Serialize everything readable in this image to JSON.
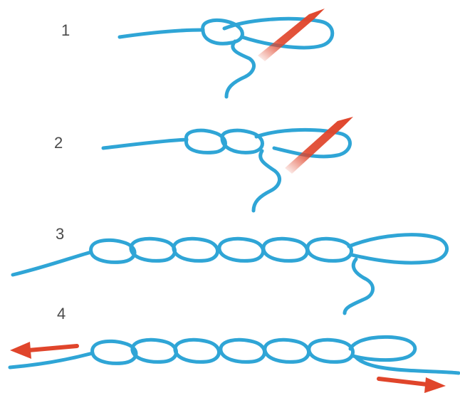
{
  "steps": [
    {
      "label": "1"
    },
    {
      "label": "2"
    },
    {
      "label": "3"
    },
    {
      "label": "4"
    }
  ],
  "colors": {
    "rope": "#2fa5d6",
    "rope_dark": "#17739c",
    "arrow": "#e0452b",
    "label": "#4a4a4a"
  },
  "icons": {
    "direction": "arrow-icon"
  }
}
